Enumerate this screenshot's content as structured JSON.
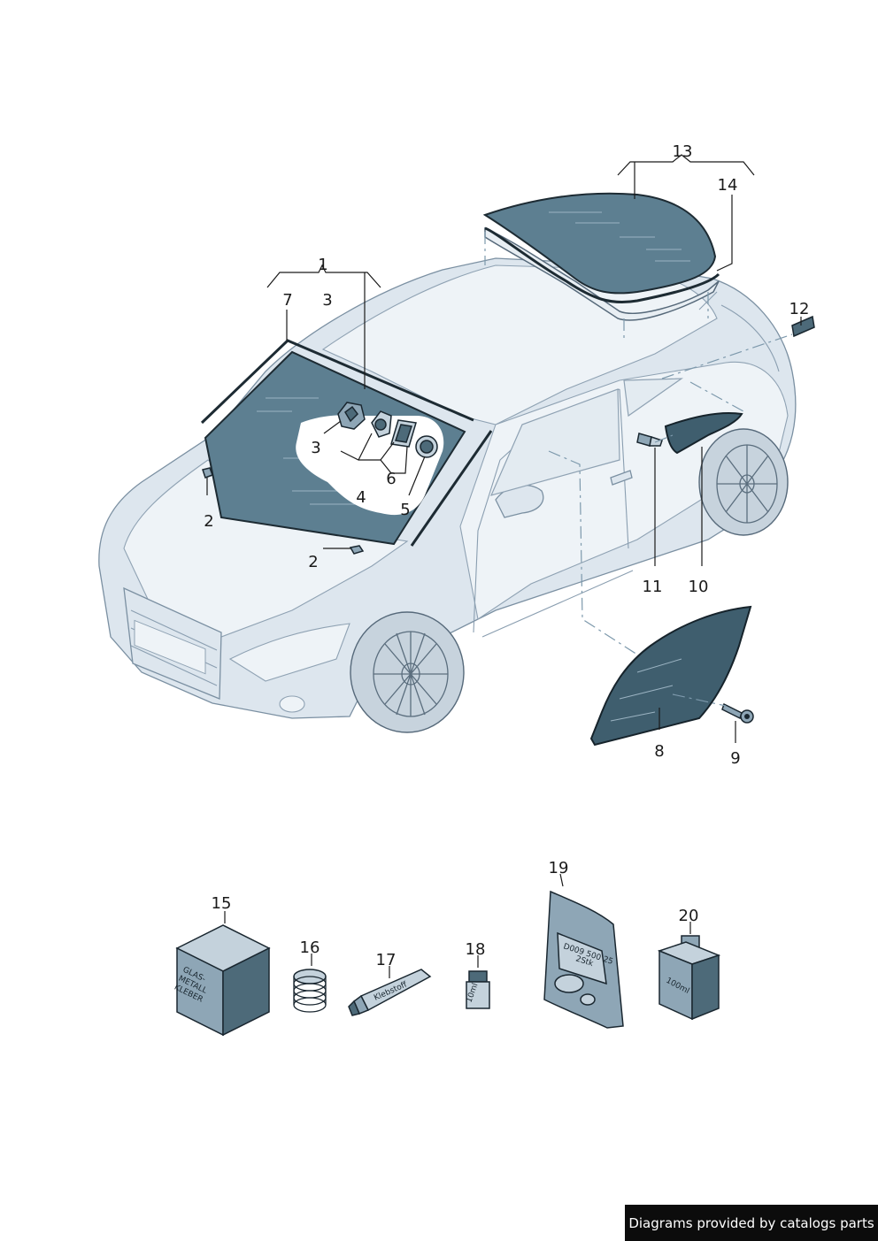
{
  "callouts": {
    "c1": "1",
    "c2a": "2",
    "c2b": "2",
    "c3a": "3",
    "c3b": "3",
    "c4": "4",
    "c5": "5",
    "c6": "6",
    "c7": "7",
    "c8": "8",
    "c9": "9",
    "c10": "10",
    "c11": "11",
    "c12": "12",
    "c13": "13",
    "c14": "14",
    "c15": "15",
    "c16": "16",
    "c17": "17",
    "c18": "18",
    "c19": "19",
    "c20": "20"
  },
  "product_labels": {
    "glue_box": [
      "GLAS-",
      "METALL",
      "KLEBER"
    ],
    "tube": "Klebstoff",
    "bottle_small": "10ml",
    "pouch": [
      "D009 500 25",
      "2Stk"
    ],
    "bottle_large": "100ml"
  },
  "footer": {
    "text": "Diagrams provided by catalogs parts"
  }
}
